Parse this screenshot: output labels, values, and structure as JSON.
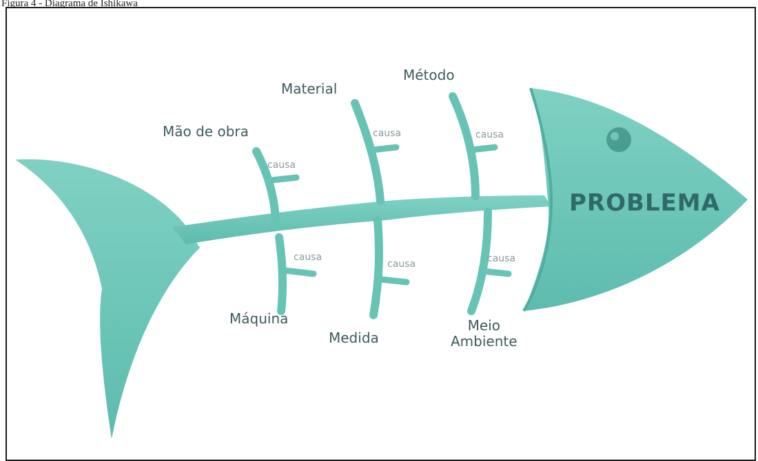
{
  "figure": {
    "caption": "Figura 4 - Diagrama de Ishikawa"
  },
  "diagram": {
    "head_label": "PROBLEMA",
    "categories": {
      "top": [
        "Mão de obra",
        "Material",
        "Método"
      ],
      "bottom": [
        "Máquina",
        "Medida",
        "Meio\nAmbiente"
      ]
    },
    "cause_label": "causa",
    "colors": {
      "fish": "#6fc7b8",
      "fish_dark": "#4fae9f",
      "text": "#3d5a5c"
    }
  }
}
